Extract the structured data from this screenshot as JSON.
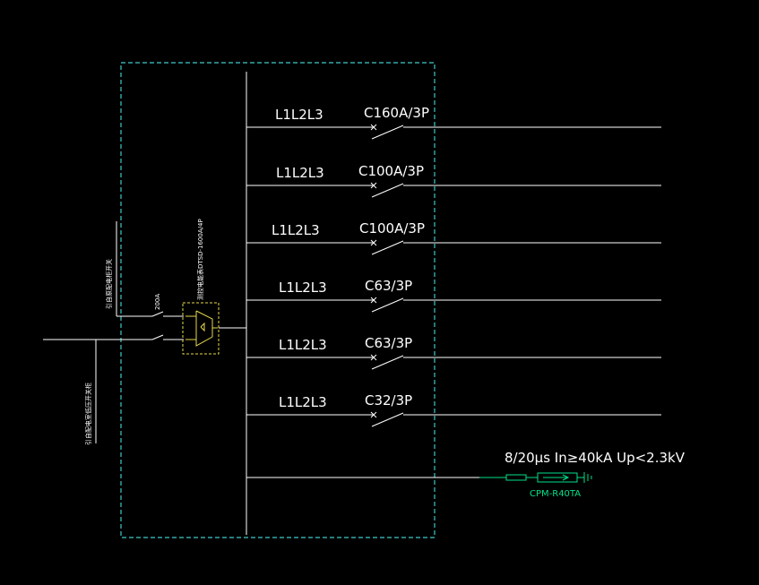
{
  "colors": {
    "background": "#000000",
    "wire": "#ffffff",
    "enclosure": "#3fc9c9",
    "meter": "#e6d84a",
    "spd": "#00e08a"
  },
  "incoming": {
    "label_upper": "引自原配电柜开关",
    "label_lower": "引自配电室低压开关柜",
    "breaker_rating": "200A",
    "meter_label": "测控电能表DTSD-1600A/4P"
  },
  "feeders": [
    {
      "phases": "L1L2L3",
      "breaker": "C160A/3P"
    },
    {
      "phases": "L1L2L3",
      "breaker": "C100A/3P"
    },
    {
      "phases": "L1L2L3",
      "breaker": "C100A/3P"
    },
    {
      "phases": "L1L2L3",
      "breaker": "C63/3P"
    },
    {
      "phases": "L1L2L3",
      "breaker": "C63/3P"
    },
    {
      "phases": "L1L2L3",
      "breaker": "C32/3P"
    }
  ],
  "spd": {
    "spec": "8/20μs In≥40kA Up<2.3kV",
    "model": "CPM-R40TA"
  }
}
